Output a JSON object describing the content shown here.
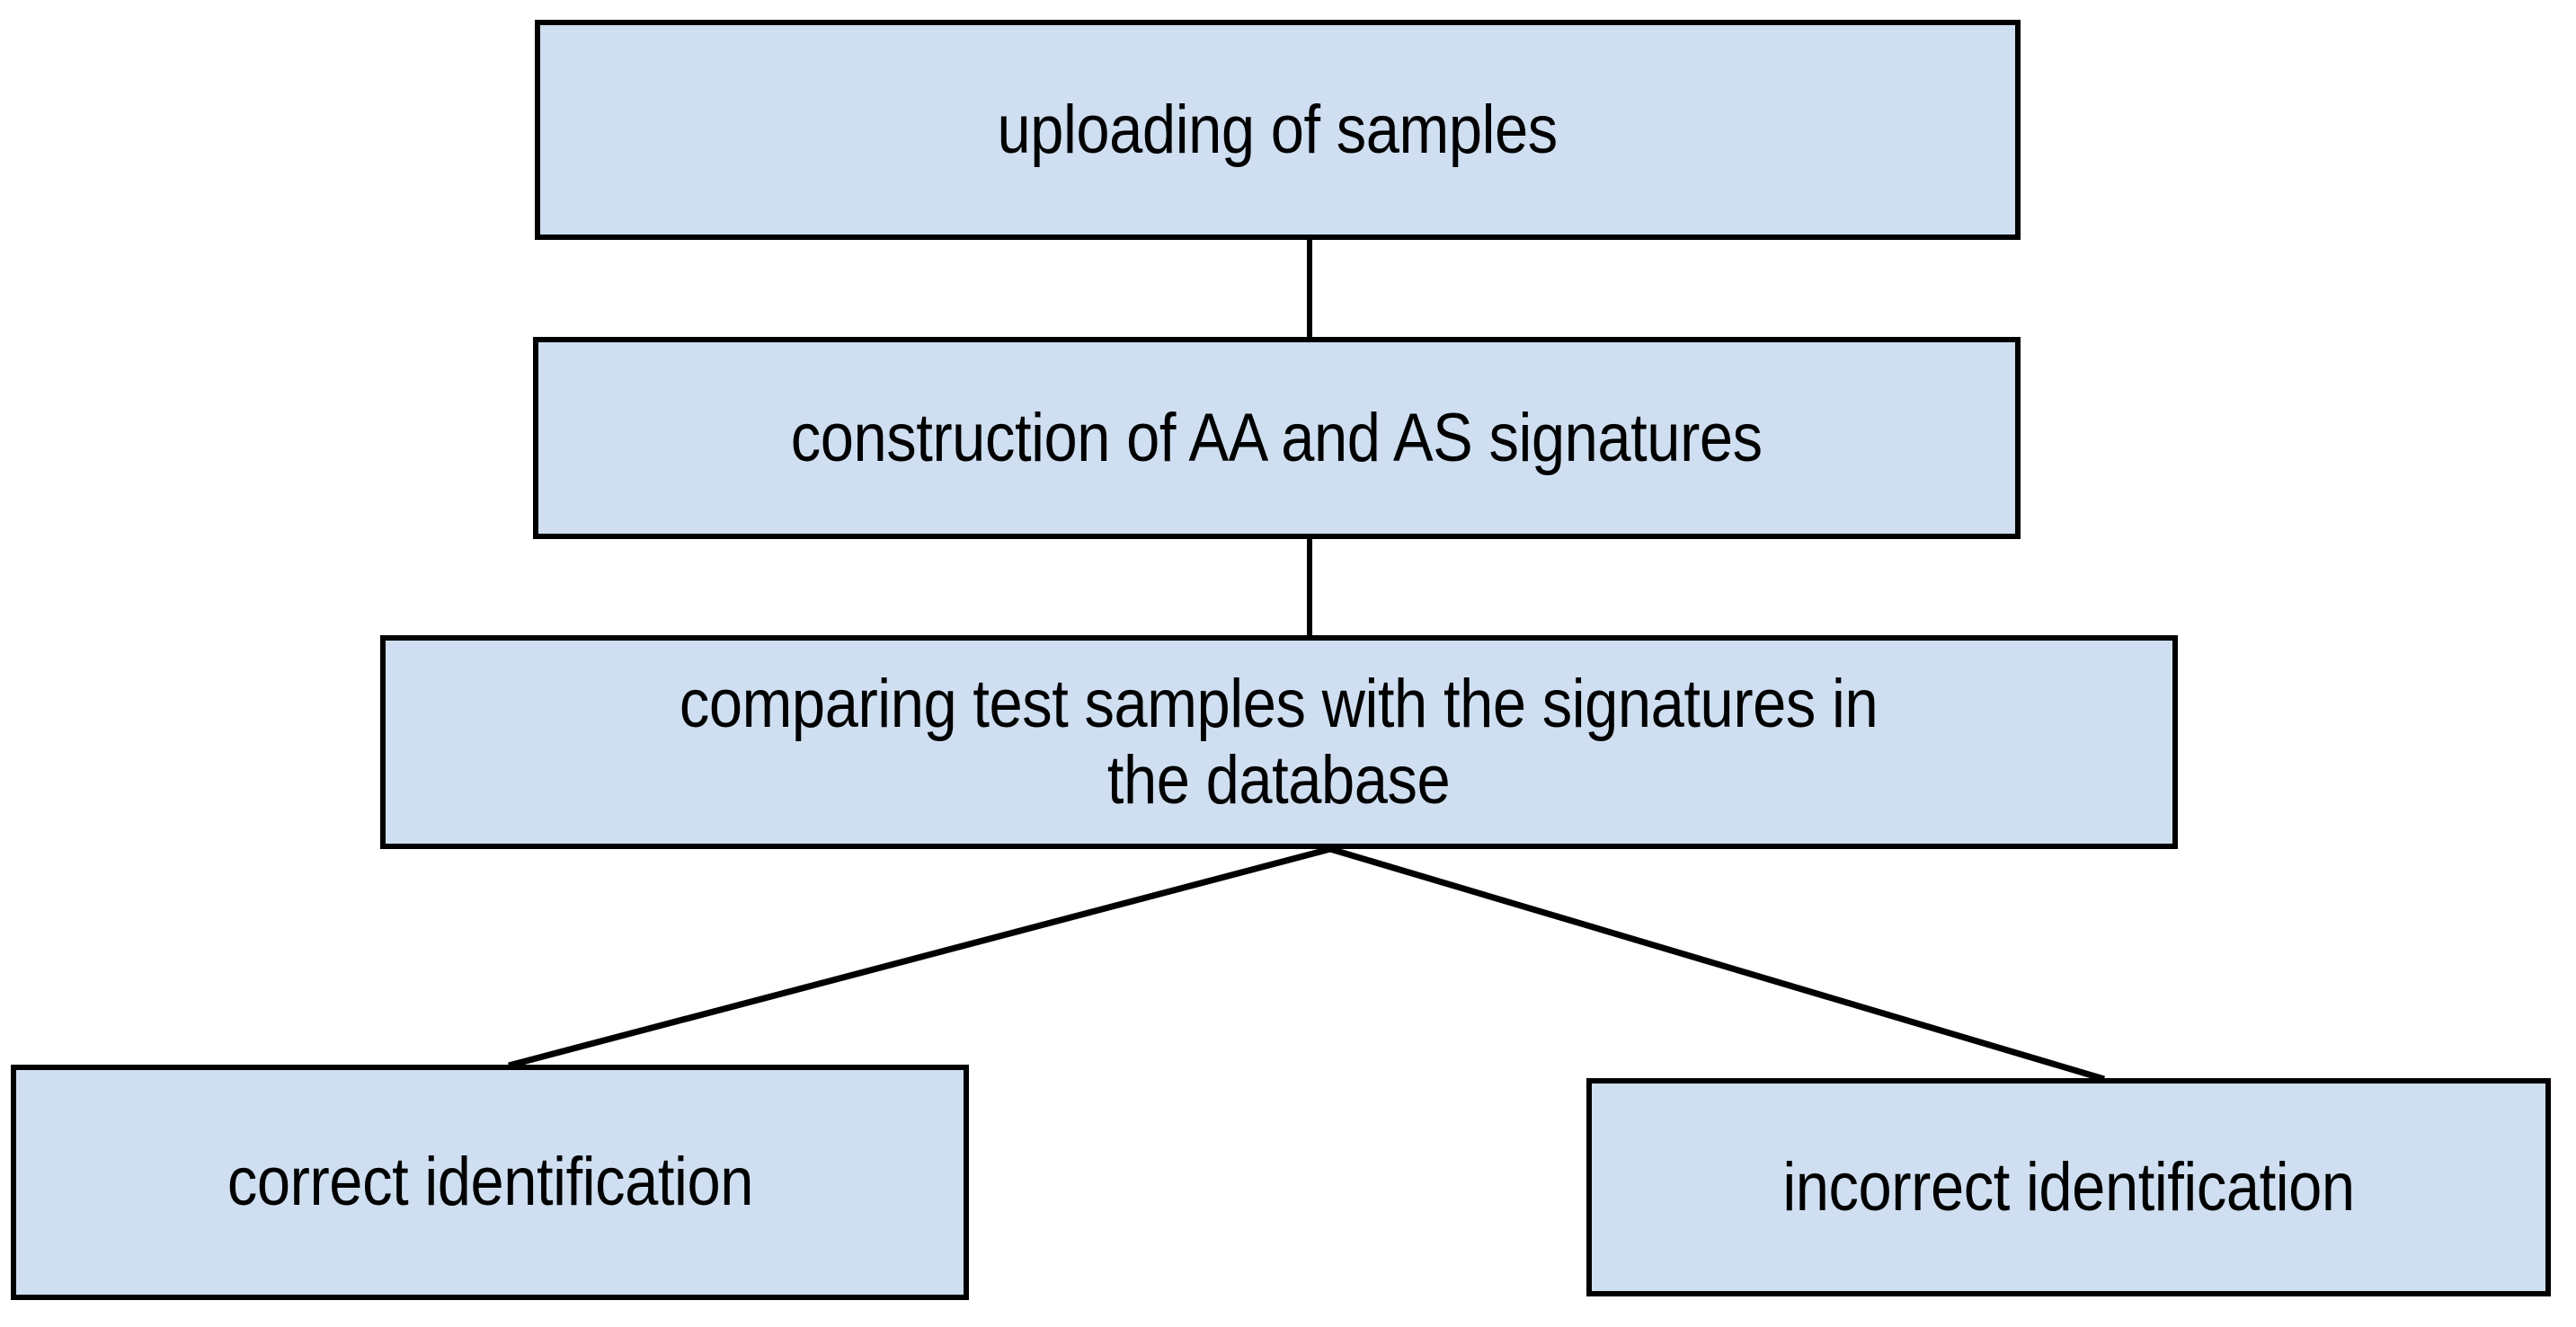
{
  "diagram": {
    "type": "flowchart",
    "orientation": "top-to-bottom",
    "background_color": "#ffffff",
    "node_fill_color": "#cfdff1",
    "node_border_color": "#000000",
    "edge_color": "#000000",
    "text_color": "#000000",
    "nodes": [
      {
        "id": "upload",
        "label": "uploading of samples",
        "name": "uploading-of-samples-node"
      },
      {
        "id": "construct",
        "label": "construction of AA and AS signatures",
        "name": "construction-of-signatures-node"
      },
      {
        "id": "compare",
        "label": "comparing test samples with the signatures in\nthe database",
        "name": "comparing-test-samples-node"
      },
      {
        "id": "correct",
        "label": "correct identification",
        "name": "correct-identification-node"
      },
      {
        "id": "incorrect",
        "label": "incorrect identification",
        "name": "incorrect-identification-node"
      }
    ],
    "edges": [
      {
        "from": "upload",
        "to": "construct",
        "style": "straight-vertical"
      },
      {
        "from": "construct",
        "to": "compare",
        "style": "straight-vertical"
      },
      {
        "from": "compare",
        "to": "correct",
        "style": "diagonal-left"
      },
      {
        "from": "compare",
        "to": "incorrect",
        "style": "diagonal-right"
      }
    ]
  }
}
